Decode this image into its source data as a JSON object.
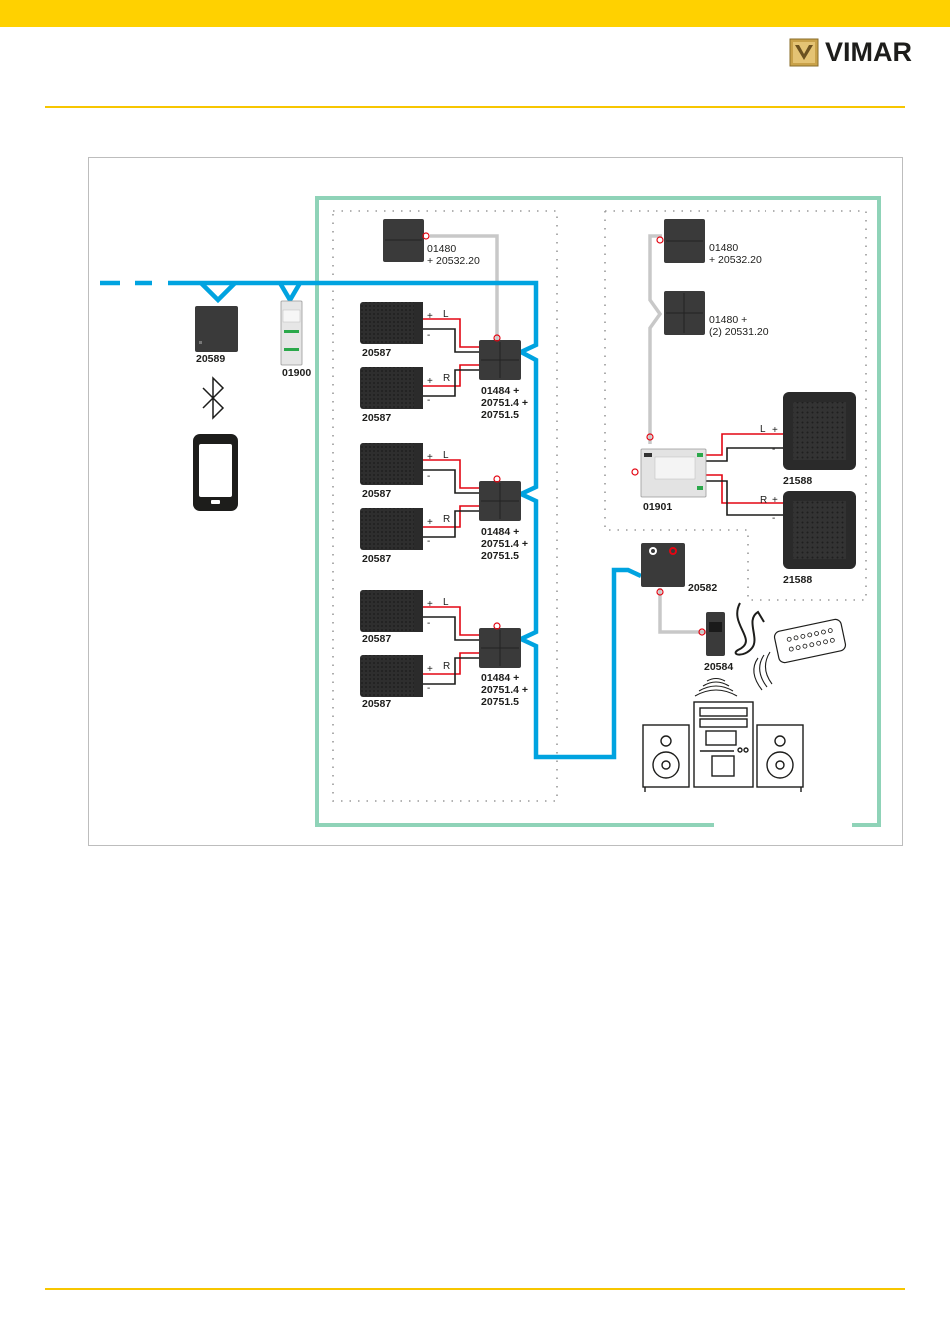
{
  "brand": {
    "name": "VIMAR",
    "accent": "#ffd100",
    "rule_color": "#f7c600"
  },
  "colors": {
    "bus": "#00a3e0",
    "zone": "#8fd3b8",
    "gray_cable": "#c8c8c8",
    "device": "#3a3a3a",
    "red": "#e30613"
  },
  "devices": {
    "d20589": "20589",
    "d01900": "01900",
    "tl_line1": "01480",
    "tl_line2": "+ 20532.20",
    "tr_line1": "01480",
    "tr_line2": "+ 20532.20",
    "tr2_line1": "01480 +",
    "tr2_line2": "(2) 20531.20",
    "d01901": "01901",
    "d20582": "20582",
    "d20584": "20584",
    "d21588_a": "21588",
    "d21588_b": "21588",
    "speakers": [
      "20587",
      "20587",
      "20587",
      "20587",
      "20587",
      "20587"
    ],
    "amp_line1": "01484 +",
    "amp_line2": "20751.4 +",
    "amp_line3": "20751.5"
  },
  "channels": {
    "left": "L",
    "right": "R",
    "plus": "+",
    "minus": "-"
  },
  "icons": [
    "bluetooth-icon",
    "smartphone-icon",
    "wifi-icon",
    "remote-control-icon",
    "hifi-stereo-icon",
    "jack-cable-icon"
  ]
}
